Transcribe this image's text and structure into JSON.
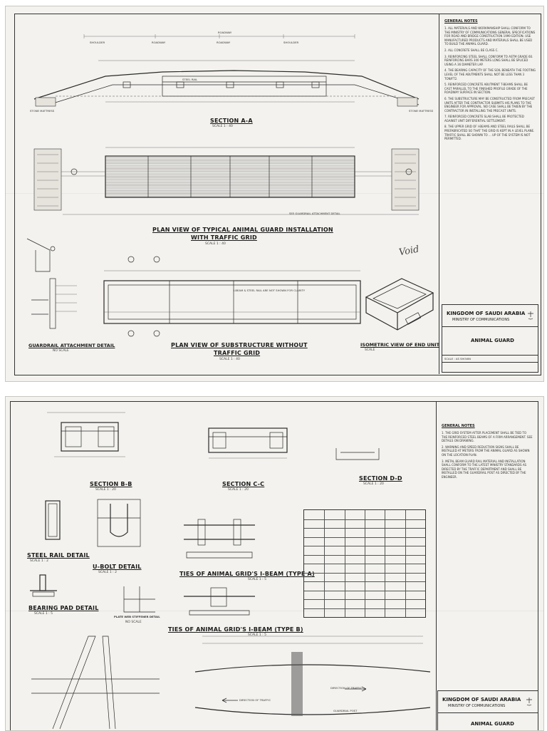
{
  "sheet1": {
    "general_notes_title": "GENERAL NOTES",
    "notes": [
      "1. ALL MATERIALS AND WORKMANSHIP SHALL CONFORM TO THE MINISTRY OF COMMUNICATIONS GENERAL SPECIFICATIONS FOR ROAD AND BRIDGE CONSTRUCTION 1999 EDITION. USE MANUFACTURED PRODUCTS AND MATERIALS SHALL BE USED TO BUILD THE ANIMAL GUARD.",
      "2. ALL CONCRETE SHALL BE CLASS C.",
      "3. REINFORCING STEEL SHALL CONFORM TO ASTM GRADE 60. REINFORCING BARS 300 METERS LONG SHALL BE SPLICED USING A 36 DIAMETER LAP.",
      "4. THE BEARING CAPACITY OF THE SOIL BENEATH THE FOOTING LEVEL OF THE ABUTMENTS SHALL NOT BE LESS THAN 3 TON/FT2.",
      "5. REINFORCED CONCRETE ABUTMENT T-BEAMS SHALL BE CAST PARALLEL TO THE FINISHED PROFILE GRADE OF THE ROADWAY SURFACE IN SECTION.",
      "6. THE SUBSTRUCTURE MAY BE CONSTRUCTED FROM PRECAST UNITS AFTER THE CONTRACTOR SUBMITS HIS PLANS TO THE ENGINEER FOR APPROVAL. NO CASE SHALL BE TAKEN BY THE CONTRACTOR IN INSTALLING THE PRECAST UNITS.",
      "7. REINFORCED CONCRETE SLAB SHALL BE PROTECTED AGAINST UNIT DIFFERENTIAL SETTLEMENT.",
      "8. THE UPPER GRID OF I-BEAMS AND STEEL RAILS SHALL BE PREFABRICATED SO THAT THE GRID IS KEPT IN A LEVEL PLANE. TRAFFIC SHALL BE SHOWN TO ... UP OF THE SYSTEM IS NOT PERMITTED."
    ],
    "titles": {
      "section_aa": "SECTION A-A",
      "plan_view": "PLAN VIEW OF TYPICAL ANIMAL GUARD INSTALLATION",
      "plan_view_2": "WITH TRAFFIC GRID",
      "substructure": "PLAN VIEW OF SUBSTRUCTURE WITHOUT",
      "substructure_2": "TRAFFIC GRID",
      "isometric": "ISOMETRIC VIEW OF END UNIT",
      "guardrail": "GUARDRAIL ATTACHMENT DETAIL"
    },
    "scales": {
      "section_aa": "SCALE   1 : 40",
      "plan_view": "SCALE   1 : 40",
      "substructure": "SCALE   1 : 40",
      "isometric": "SCALE",
      "guardrail": "NO SCALE"
    },
    "roadway_label": "ROADWAY",
    "dims": [
      "SHOULDER",
      "ROADWAY",
      "ROADWAY",
      "SHOULDER"
    ],
    "labels": {
      "steel_rail": "STEEL RAIL",
      "stone_mattress": "STONE MATTRESS",
      "guardrail_attach": "SEE GUARDRAIL ATTACHMENT DETAIL",
      "i_beam_note": "I-BEAM & STEEL RAIL ARE NOT SHOWN FOR CLARITY",
      "void": "Void"
    },
    "title_block": {
      "line1": "KINGDOM OF SAUDI ARABIA",
      "line2": "MINISTRY OF COMMUNICATIONS",
      "drawing": "ANIMAL GUARD",
      "scale": "SCALE : AS SHOWN"
    }
  },
  "sheet2": {
    "general_notes_title": "GENERAL NOTES",
    "notes": [
      "1. THE GRID SYSTEM AFTER PLACEMENT SHALL BE TIED TO THE REINFORCED STEEL BEAMS OF A FIRM ARRANGEMENT. SEE DETAILS ON DRAWING.",
      "2. WARNING AND SPEED REDUCTION SIGNS SHALL BE INSTALLED AT METERS FROM THE ANIMAL GUARD AS SHOWN ON THE LOCATION PLAN.",
      "3. METAL BEAM GUARD RAIL MATERIAL AND INSTALLATION SHALL CONFORM TO THE LATEST MINISTRY STANDARDS AS DIRECTED BY THE TRAFFIC DEPARTMENT AND SHALL BE INSTALLED ON THE GUARDRAIL POST AS DIRECTED BY THE ENGINEER."
    ],
    "titles": {
      "section_bb": "SECTION B-B",
      "section_cc": "SECTION C-C",
      "section_dd": "SECTION D-D",
      "steel_rail": "STEEL RAIL DETAIL",
      "ubolt": "U-BOLT DETAIL",
      "bearing_pad": "BEARING PAD DETAIL",
      "plate_web": "PLATE WEB STIFFENER DETAIL",
      "ties_a": "TIES OF ANIMAL GRID'S I-BEAM (TYPE A)",
      "ties_b": "TIES OF ANIMAL GRID'S I-BEAM (TYPE B)"
    },
    "scales": {
      "section_bb": "SCALE   1 : 20",
      "section_cc": "SCALE   1 : 20",
      "section_dd": "SCALE   1 : 20",
      "steel_rail": "SCALE   1 : 2",
      "ubolt": "SCALE   1 : 2",
      "bearing_pad": "SCALE   1 : 5",
      "plate_web": "NO SCALE",
      "ties_a": "SCALE   1 : 5",
      "ties_b": "SCALE   1 : 5"
    },
    "labels": {
      "direction_of_traffic": "DIRECTION OF TRAFFIC",
      "direction_of_traffic_2": "DIRECTION OF TRAFFIC",
      "guardrail_post": "GUARDRAIL POST"
    },
    "title_block": {
      "line1": "KINGDOM OF SAUDI ARABIA",
      "line2": "MINISTRY OF COMMUNICATIONS",
      "drawing": "ANIMAL GUARD"
    }
  }
}
